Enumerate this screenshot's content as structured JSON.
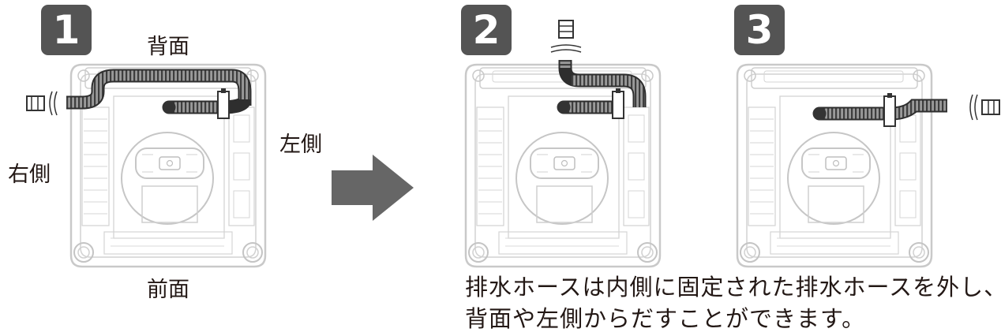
{
  "steps": [
    {
      "number": "1",
      "labels": {
        "back": "背面",
        "left": "左側",
        "right": "右側",
        "front": "前面"
      }
    },
    {
      "number": "2"
    },
    {
      "number": "3"
    }
  ],
  "caption": {
    "line1": "排水ホースは内側に固定された排水ホースを外し、",
    "line2": "背面や左側からだすことができます。"
  },
  "colors": {
    "badge": "#545454",
    "arrow": "#666666",
    "outline": "#c8c8c8",
    "hose": "#5a5a5a"
  }
}
